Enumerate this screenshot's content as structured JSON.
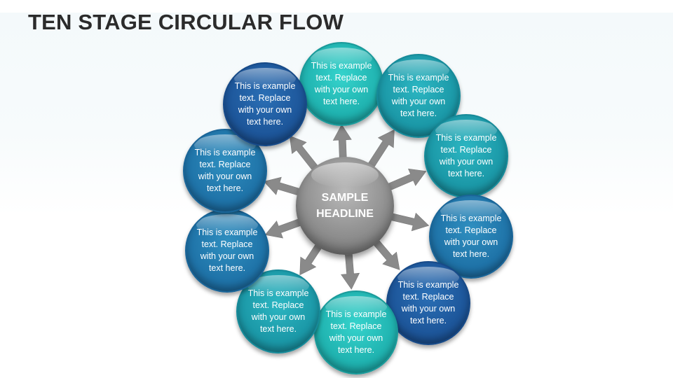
{
  "title": "TEN STAGE CIRCULAR FLOW",
  "center": {
    "lines": [
      "SAMPLE",
      "HEADLINE"
    ]
  },
  "nodes": [
    {
      "lines": [
        "This is example",
        "text. Replace",
        "with your own",
        "text here."
      ]
    },
    {
      "lines": [
        "This is example",
        "text. Replace",
        "with your own",
        "text here."
      ]
    },
    {
      "lines": [
        "This is example",
        "text. Replace",
        "with your own",
        "text here."
      ]
    },
    {
      "lines": [
        "This is example",
        "text. Replace",
        "with your own",
        "text here."
      ]
    },
    {
      "lines": [
        "This is example",
        "text. Replace",
        "with your own",
        "text here."
      ]
    },
    {
      "lines": [
        "This is example",
        "text. Replace",
        "with your own",
        "text here."
      ]
    },
    {
      "lines": [
        "This is example",
        "text. Replace",
        "with your own",
        "text here."
      ]
    },
    {
      "lines": [
        "This is example",
        "text. Replace",
        "with your own",
        "text here."
      ]
    },
    {
      "lines": [
        "This is example",
        "text. Replace",
        "with your own",
        "text here."
      ]
    },
    {
      "lines": [
        "This is example",
        "text. Replace",
        "with your own",
        "text here."
      ]
    }
  ],
  "colors": {
    "teal": "#20b3b0",
    "mid_teal": "#1b98a7",
    "blue": "#1f73a8",
    "navy": "#1d569a",
    "center_gray": "#8f8f8f",
    "arrow_gray": "#8a8a8a",
    "title": "#2b2b2b"
  }
}
